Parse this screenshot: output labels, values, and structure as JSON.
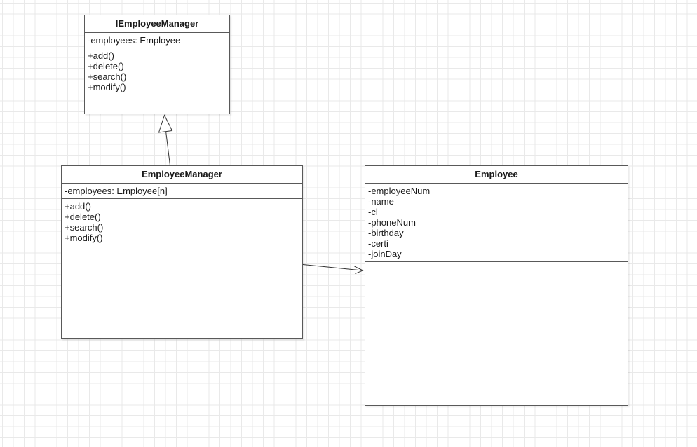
{
  "colors": {
    "canvas_background": "#ffffff",
    "grid_line": "#e9e9e9",
    "class_border": "#595959",
    "class_fill": "#ffffff",
    "text": "#1a1a1a",
    "edge_stroke": "#333333"
  },
  "classes": [
    {
      "name": "IEmployeeManager",
      "attributes": [
        "-employees: Employee"
      ],
      "methods": [
        "+add()",
        "+delete()",
        "+search()",
        "+modify()"
      ]
    },
    {
      "name": "EmployeeManager",
      "attributes": [
        "-employees: Employee[n]"
      ],
      "methods": [
        "+add()",
        "+delete()",
        "+search()",
        "+modify()"
      ]
    },
    {
      "name": "Employee",
      "attributes": [
        "-employeeNum",
        "-name",
        "-cl",
        "-phoneNum",
        "-birthday",
        "-certi",
        "-joinDay"
      ],
      "methods": []
    }
  ],
  "relationships": [
    {
      "type": "generalization",
      "from": "EmployeeManager",
      "to": "IEmployeeManager"
    },
    {
      "type": "association",
      "from": "EmployeeManager",
      "to": "Employee"
    }
  ]
}
